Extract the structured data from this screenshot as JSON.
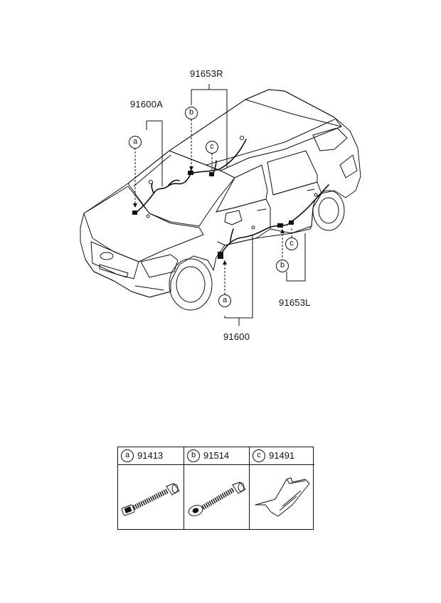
{
  "callouts": {
    "upper_right": "91653R",
    "upper_left": "91600A",
    "lower_right": "91653L",
    "lower_center": "91600"
  },
  "markers": {
    "a": "a",
    "b": "b",
    "c": "c"
  },
  "parts": [
    {
      "letter": "a",
      "part_no": "91413",
      "icon": "grommet-a-icon"
    },
    {
      "letter": "b",
      "part_no": "91514",
      "icon": "grommet-b-icon"
    },
    {
      "letter": "c",
      "part_no": "91491",
      "icon": "bracket-c-icon"
    }
  ]
}
